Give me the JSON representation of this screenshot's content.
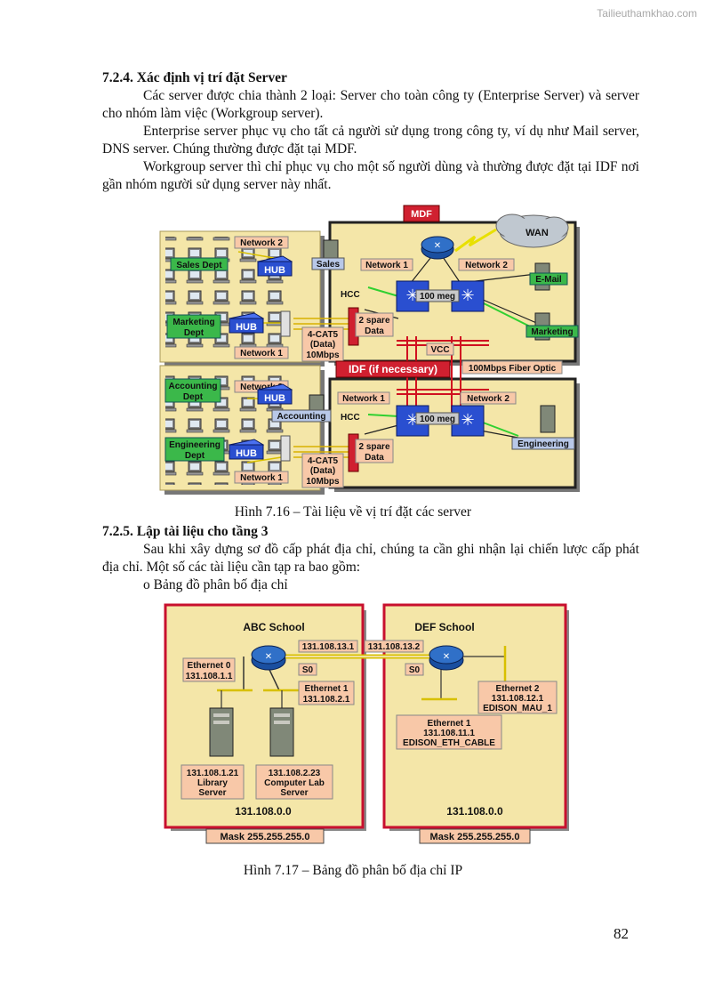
{
  "watermark": "Tailieuthamkhao.com",
  "section_724": {
    "heading": "7.2.4. Xác định vị trí đặt Server",
    "paragraphs": [
      "Các server được chia thành 2 loại: Server cho toàn công ty (Enterprise Server) và server cho nhóm làm việc (Workgroup server).",
      "Enterprise server phục vụ cho tất cả người sử dụng trong công ty, ví dụ như Mail server, DNS server. Chúng thường được đặt tại MDF.",
      "Workgroup server thì chỉ phục vụ cho một số người dùng và thường được đặt tại IDF nơi gần nhóm người sử dụng server này nhất."
    ]
  },
  "figure_716": {
    "caption": "Hình 7.16 – Tài liệu về vị trí đặt các server",
    "labels": {
      "mdf": "MDF",
      "wan": "WAN",
      "idf": "IDF (if necessary)",
      "network1": "Network 1",
      "network2": "Network 2",
      "hub": "HUB",
      "hcc": "HCC",
      "vcc": "VCC",
      "meg": "100 meg",
      "spare_data": [
        "2 spare",
        "Data"
      ],
      "cat5": [
        "4-CAT5",
        "(Data)",
        "10Mbps"
      ],
      "fiber": "100Mbps Fiber Optic",
      "sales_dept": "Sales Dept",
      "marketing_dept": [
        "Marketing",
        "Dept"
      ],
      "accounting_dept": [
        "Accounting",
        "Dept"
      ],
      "engineering_dept": [
        "Engineering",
        "Dept"
      ],
      "sales": "Sales",
      "accounting": "Accounting",
      "email": "E-Mail",
      "marketing": "Marketing",
      "engineering": "Engineering"
    }
  },
  "section_725": {
    "heading": "7.2.5. Lập tài liệu cho tầng 3",
    "paragraph": "Sau khi xây dựng sơ đồ cấp phát địa chỉ, chúng ta cần ghi nhận lại chiến lược cấp phát địa chỉ. Một số các tài liệu cần tạp ra bao gồm:",
    "bullet": "o  Bảng đồ phân bố địa chỉ"
  },
  "figure_717": {
    "caption": "Hình 7.17 – Bảng đồ phân bố địa chỉ IP",
    "abc": {
      "title": "ABC School",
      "s0_ip": "131.108.13.1",
      "s0": "S0",
      "eth0": [
        "Ethernet 0",
        "131.108.1.1"
      ],
      "eth1": [
        "Ethernet 1",
        "131.108.2.1"
      ],
      "server1": [
        "131.108.1.21",
        "Library",
        "Server"
      ],
      "server2": [
        "131.108.2.23",
        "Computer Lab",
        "Server"
      ],
      "network": "131.108.0.0",
      "mask": "Mask 255.255.255.0"
    },
    "def": {
      "title": "DEF School",
      "s0_ip": "131.108.13.2",
      "s0": "S0",
      "eth2": [
        "Ethernet 2",
        "131.108.12.1",
        "EDISON_MAU_1"
      ],
      "eth1": [
        "Ethernet 1",
        "131.108.11.1",
        "EDISON_ETH_CABLE"
      ],
      "network": "131.108.0.0",
      "mask": "Mask 255.255.255.0"
    }
  },
  "page_number": "82",
  "colors": {
    "panel": "#f4e6a8",
    "border": "#c8102e",
    "label": "#f8c8a8",
    "dept_green": "#3bb84a",
    "hub_blue": "#2a4fd0",
    "router_blue": "#2060b0"
  }
}
